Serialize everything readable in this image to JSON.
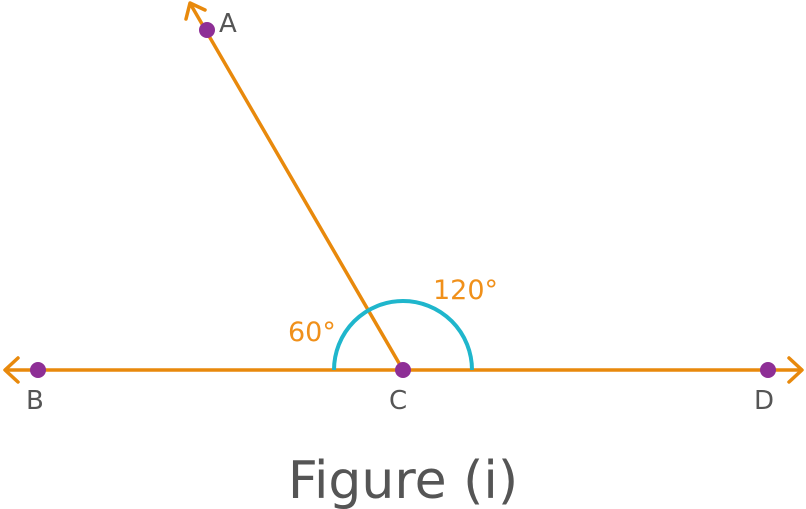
{
  "points": {
    "A": {
      "label": "A"
    },
    "B": {
      "label": "B"
    },
    "C": {
      "label": "C"
    },
    "D": {
      "label": "D"
    }
  },
  "angles": {
    "acute": {
      "label": "60°"
    },
    "obtuse": {
      "label": "120°"
    }
  },
  "caption": "Figure (i)",
  "colors": {
    "line": "#e8890c",
    "point": "#8e2f96",
    "arc": "#1fb6cc",
    "angle_text": "#f0901a",
    "label_text": "#555555"
  }
}
